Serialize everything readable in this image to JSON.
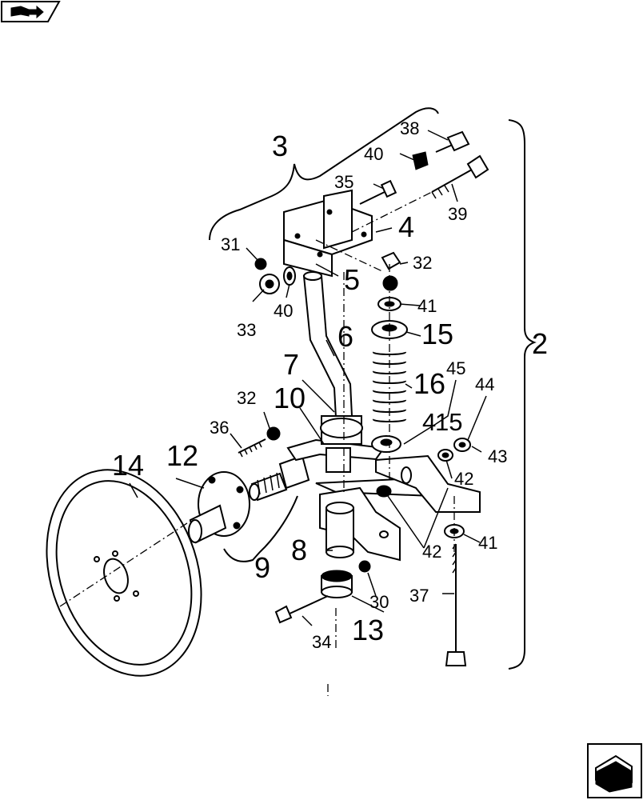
{
  "callouts": {
    "c2": "2",
    "c3": "3",
    "c4": "4",
    "c5": "5",
    "c6": "6",
    "c7": "7",
    "c8": "8",
    "c9": "9",
    "c10": "10",
    "c12": "12",
    "c13": "13",
    "c14": "14",
    "c15a": "15",
    "c15b": "15",
    "c16": "16",
    "c30": "30",
    "c31": "31",
    "c32a": "32",
    "c32b": "32",
    "c33": "33",
    "c34": "34",
    "c35": "35",
    "c36": "36",
    "c37": "37",
    "c38": "38",
    "c39": "39",
    "c40a": "40",
    "c40b": "40",
    "c41a": "41",
    "c41b": "41",
    "c42a": "42",
    "c42b": "42",
    "c43": "43",
    "c44": "44",
    "c45": "45",
    "c4small": "4"
  },
  "icons": {
    "top_left": "book-arrow-icon",
    "bottom_right": "next-page-arrow-icon"
  },
  "colors": {
    "ink": "#000000",
    "paper": "#ffffff"
  }
}
